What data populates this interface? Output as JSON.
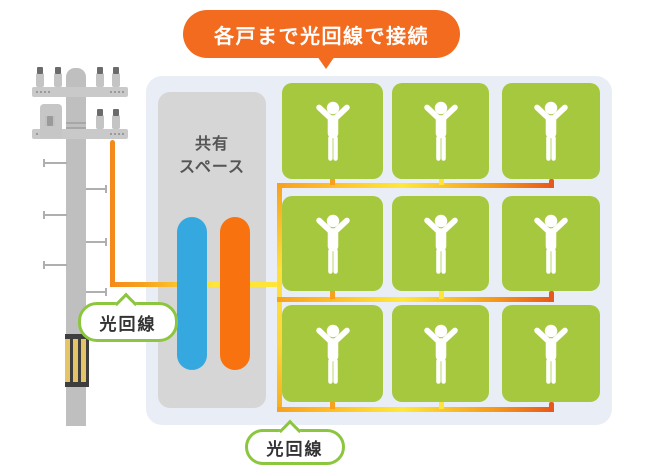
{
  "diagram": {
    "top_callout": "各戸まで光回線で接続",
    "line_label_left": "光回線",
    "line_label_bottom": "光回線",
    "shared_space_label": "共有\nスペース",
    "units": {
      "rows": 3,
      "cols": 3,
      "count": 9
    }
  },
  "colors": {
    "callout_orange": "#F26B1F",
    "label_border_green": "#8CC63F",
    "unit_green": "#A6C83E",
    "equipment_blue": "#35A8E0",
    "equipment_orange": "#F87310",
    "fiber_yellow": "#FFE43A",
    "fiber_orange": "#F7A01E",
    "fiber_deep_orange": "#E8581A",
    "building_bg": "#E9EEF6",
    "shared_space_bg": "#D6D6D6",
    "pole_gray": "#BFBFBF"
  }
}
